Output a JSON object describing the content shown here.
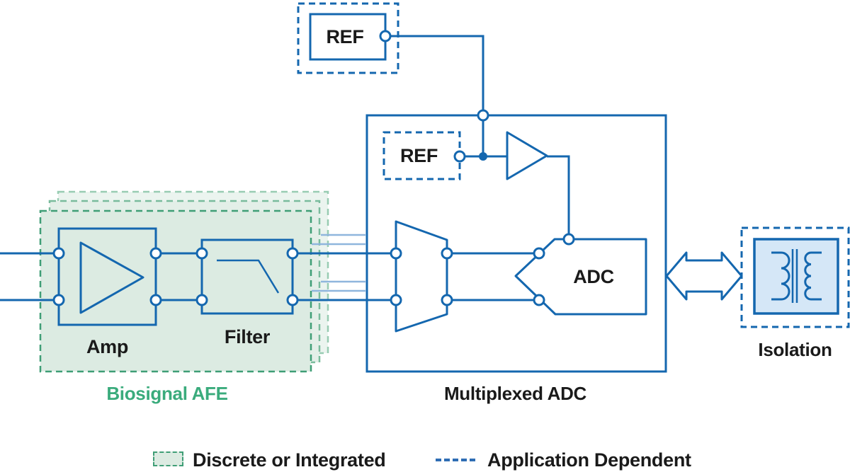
{
  "title": "Biosignal acquisition signal chain diagram",
  "colors": {
    "wire": "#1467af",
    "ghost_wire": "#8fb6dd",
    "green_border": "#3f9e76",
    "green_fill": "#dcebe2",
    "green_label": "#3aab7c",
    "text": "#1a1a1a",
    "component_fill": "#d7e8f8",
    "box_fill": "#e9f1fa"
  },
  "blocks": {
    "ref_external": {
      "label": "REF"
    },
    "ref_internal": {
      "label": "REF"
    },
    "amp": {
      "label": "Amp"
    },
    "filter": {
      "label": "Filter"
    },
    "adc": {
      "label": "ADC"
    },
    "isolation": {
      "label": "Isolation"
    }
  },
  "captions": {
    "afe": "Biosignal AFE",
    "mux_adc": "Multiplexed ADC"
  },
  "legend": [
    {
      "swatch": "green-dashed-box",
      "label": "Discrete or Integrated"
    },
    {
      "swatch": "blue-dashed-line",
      "label": "Application Dependent"
    }
  ],
  "icons": {
    "amp_symbol": "amplifier-triangle-icon",
    "buffer_symbol": "buffer-triangle-icon",
    "filter_symbol": "lowpass-response-icon",
    "mux_symbol": "multiplexer-trapezoid-icon",
    "adc_link": "bidirectional-arrow-icon",
    "isolation_symbol": "transformer-coils-icon"
  }
}
